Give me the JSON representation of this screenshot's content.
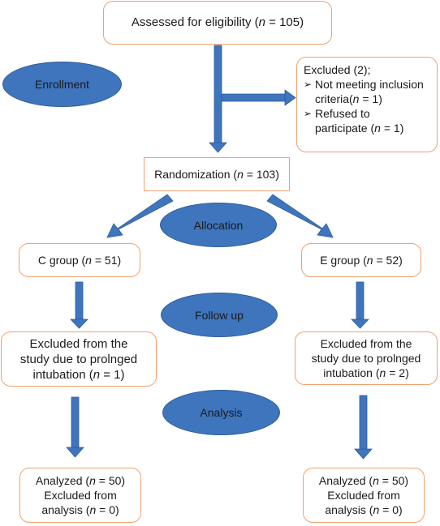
{
  "phases": {
    "enrollment": "Enrollment",
    "allocation": "Allocation",
    "follow_up": "Follow up",
    "analysis": "Analysis"
  },
  "assessed": {
    "prefix": "Assessed for eligibility (",
    "n": "n",
    "suffix": " = 105)"
  },
  "excluded": {
    "title": "Excluded (2);",
    "item1_line1": "Not meeting inclusion",
    "item1_line2_prefix": "criteria(",
    "item1_line2_suffix": " = 1)",
    "item2_line1": "Refused to",
    "item2_line2_prefix": "participate (",
    "item2_line2_suffix": " = 1)"
  },
  "randomization": {
    "prefix": "Randomization (",
    "suffix": " = 103)"
  },
  "c_group": {
    "label_prefix": "C group (",
    "label_suffix": " = 51)",
    "excluded_line1": "Excluded from the",
    "excluded_line2": "study due to prolnged",
    "excluded_line3_prefix": "intubation (",
    "excluded_line3_suffix": " = 1)",
    "analyzed_prefix": "Analyzed (",
    "analyzed_suffix": " = 50)",
    "analysis_line2": "Excluded from",
    "analysis_line3_prefix": "analysis (",
    "analysis_line3_suffix": " = 0)"
  },
  "e_group": {
    "label_prefix": "E group (",
    "label_suffix": " = 52)",
    "excluded_line1": "Excluded from the",
    "excluded_line2": "study due to prolnged",
    "excluded_line3_prefix": "intubation (",
    "excluded_line3_suffix": " = 2)",
    "analyzed_prefix": "Analyzed (",
    "analyzed_suffix": " = 50)",
    "analysis_line2": "Excluded from",
    "analysis_line3_prefix": "analysis (",
    "analysis_line3_suffix": " = 0)"
  },
  "n_symbol": "n",
  "colors": {
    "box_border": "#f0a070",
    "arrow": "#3e75bd",
    "ellipse": "#3e75bd"
  }
}
